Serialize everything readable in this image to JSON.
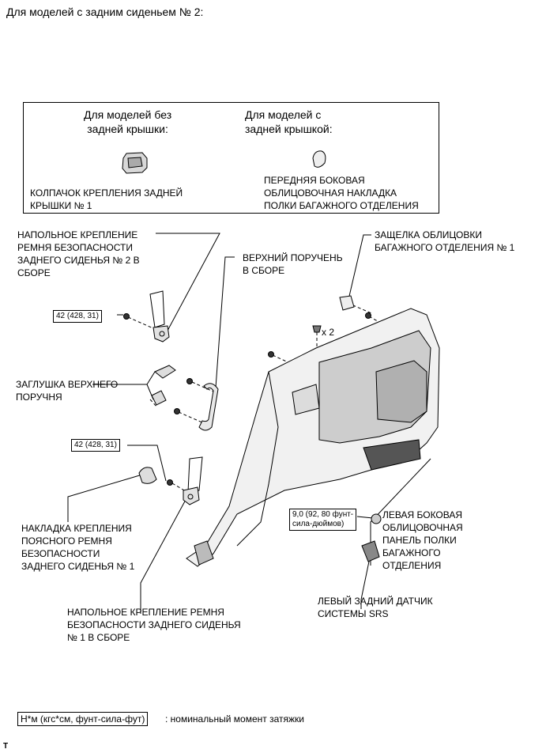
{
  "header": "Для моделей с задним сиденьем № 2:",
  "inset": {
    "left_title": "Для моделей без\nзадней крышки:",
    "right_title": "Для моделей с\nзадней крышкой:",
    "left_label": "КОЛПАЧОК КРЕПЛЕНИЯ ЗАДНЕЙ\nКРЫШКИ № 1",
    "right_label": "ПЕРЕДНЯЯ БОКОВАЯ\nОБЛИЦОВОЧНАЯ НАКЛАДКА\nПОЛКИ БАГАЖНОГО ОТДЕЛЕНИЯ"
  },
  "labels": {
    "floor_anchor_2": "НАПОЛЬНОЕ КРЕПЛЕНИЕ\nРЕМНЯ БЕЗОПАСНОСТИ\nЗАДНЕГО СИДЕНЬЯ № 2 В\nСБОРЕ",
    "upper_handle": "ВЕРХНИЙ ПОРУЧЕНЬ\nВ СБОРЕ",
    "trim_clip": "ЗАЩЕЛКА ОБЛИЦОВКИ\nБАГАЖНОГО ОТДЕЛЕНИЯ № 1",
    "handle_plug": "ЗАГЛУШКА ВЕРХНЕГО\nПОРУЧНЯ",
    "lap_belt_cover": "НАКЛАДКА КРЕПЛЕНИЯ\nПОЯСНОГО РЕМНЯ\nБЕЗОПАСНОСТИ\nЗАДНЕГО СИДЕНЬЯ № 1",
    "floor_anchor_1": "НАПОЛЬНОЕ КРЕПЛЕНИЕ РЕМНЯ\nБЕЗОПАСНОСТИ ЗАДНЕГО СИДЕНЬЯ\n№ 1 В СБОРЕ",
    "left_panel": "ЛЕВАЯ БОКОВАЯ\nОБЛИЦОВОЧНАЯ\nПАНЕЛЬ ПОЛКИ\nБАГАЖНОГО\nОТДЕЛЕНИЯ",
    "srs_sensor": "ЛЕВЫЙ ЗАДНИЙ ДАТЧИК\nСИСТЕМЫ SRS",
    "qty": "x 2"
  },
  "torque": {
    "t1": "42 (428, 31)",
    "t2": "42 (428, 31)",
    "t3": "9,0 (92, 80 фунт-\nсила-дюймов)"
  },
  "legend": {
    "box": "Н*м (кгс*см, фунт-сила-фут)",
    "text": ": номинальный момент затяжки"
  },
  "footer_mark": "T"
}
